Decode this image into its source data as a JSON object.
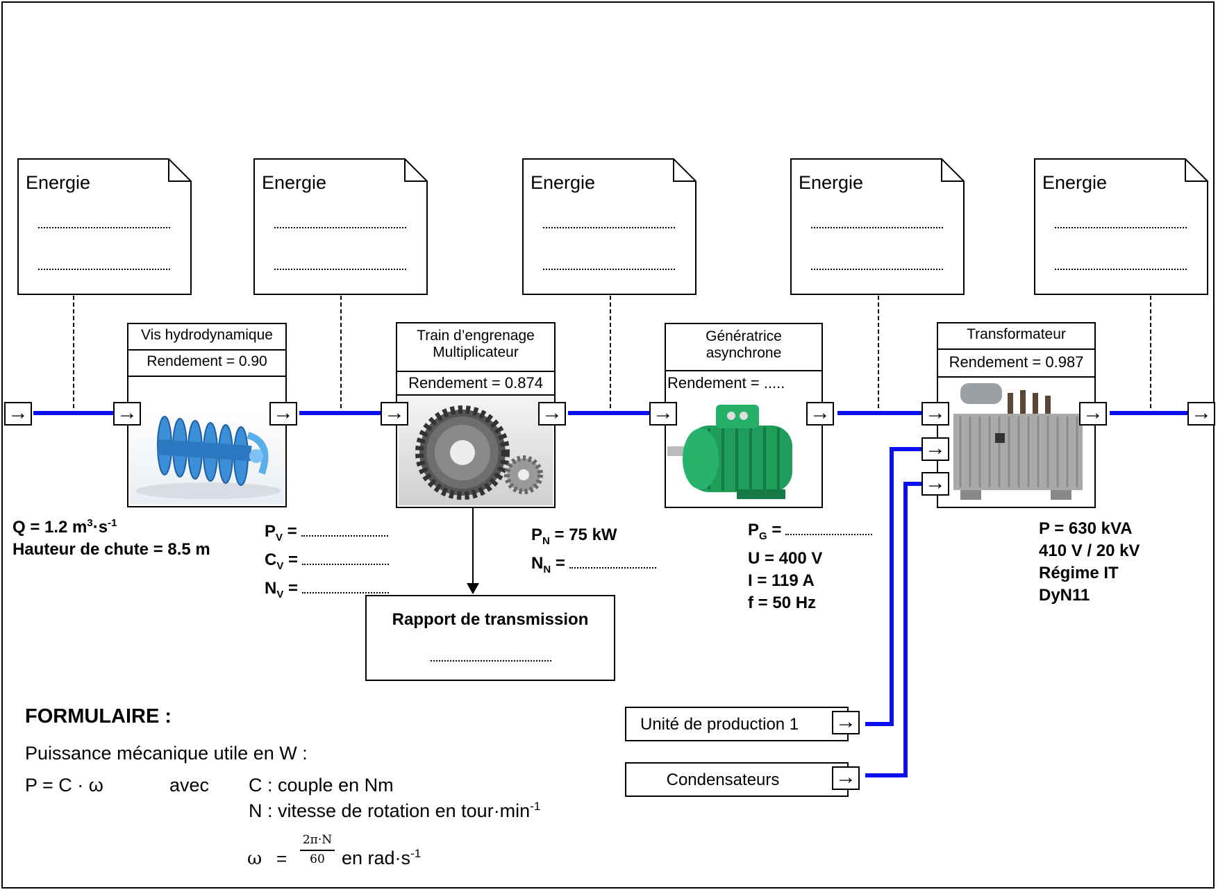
{
  "chain": {
    "note_title": "Energie",
    "components": {
      "vis": {
        "title": "Vis hydrodynamique",
        "rendement": "Rendement = 0.90"
      },
      "train": {
        "title_line1": "Train d’engrenage",
        "title_line2": "Multiplicateur",
        "rendement": "Rendement = 0.874"
      },
      "generatrice": {
        "title_line1": "Génératrice",
        "title_line2": "asynchrone",
        "rendement": "Rendement = ",
        "rendement_blank": "....."
      },
      "transfo": {
        "title": "Transformateur",
        "rendement": "Rendement = 0.987"
      }
    },
    "port_glyph": "→"
  },
  "specs": {
    "input": {
      "q_prefix": "Q = 1.2 m",
      "q_sup1": "3",
      "q_mid": "·s",
      "q_sup2": "-1",
      "hauteur": "Hauteur de chute = 8.5 m"
    },
    "vis": [
      {
        "sym": "P",
        "sub": "V",
        "eq": " ="
      },
      {
        "sym": "C",
        "sub": "V",
        "eq": " ="
      },
      {
        "sym": "N",
        "sub": "V",
        "eq": " ="
      }
    ],
    "train": {
      "pn_sym": "P",
      "pn_sub": "N",
      "pn_val": " = 75 kW",
      "nn_sym": "N",
      "nn_sub": "N",
      "nn_eq": " ="
    },
    "generatrice": {
      "pg_sym": "P",
      "pg_sub": "G",
      "pg_eq": " =",
      "u": "U = 400 V",
      "i": "I = 119  A",
      "f": "f = 50 Hz"
    },
    "transfo": {
      "p": "P = 630 kVA",
      "v": "410 V / 20 kV",
      "regime": "Régime IT",
      "couplage": "DyN11"
    }
  },
  "rapport": {
    "title": "Rapport de transmission"
  },
  "sources": {
    "unite": "Unité de production 1",
    "condensateurs": "Condensateurs"
  },
  "formulaire": {
    "title": "FORMULAIRE :",
    "line1": "Puissance mécanique utile en W :",
    "eq": "P = C · ω",
    "avec": "avec",
    "c_def": "C : couple en Nm",
    "n_def_prefix": "N : vitesse de rotation en tour·min",
    "n_def_sup": "-1",
    "omega": "ω",
    "equals": "=",
    "frac_num": "2π·N",
    "frac_den": "60",
    "unit_prefix": "en rad·s",
    "unit_sup": "-1"
  },
  "colors": {
    "wire": "#0a10f0"
  }
}
